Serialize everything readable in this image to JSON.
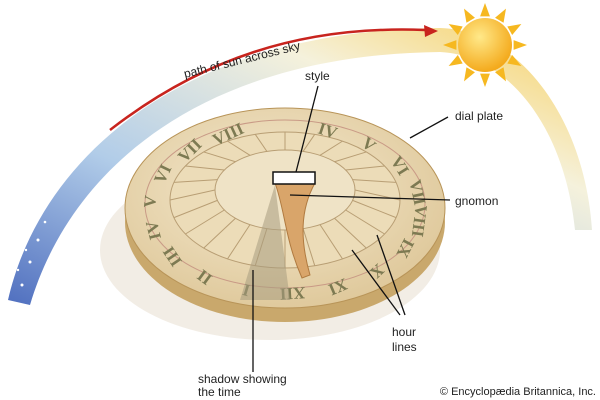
{
  "labels": {
    "path": "path of sun across sky",
    "style": "style",
    "dial_plate": "dial plate",
    "gnomon": "gnomon",
    "hour_lines_1": "hour",
    "hour_lines_2": "lines",
    "shadow_1": "shadow showing",
    "shadow_2": "the time",
    "copyright": "© Encyclopædia Britannica, Inc."
  },
  "numerals": [
    "IV",
    "V",
    "VI",
    "VII",
    "VIII",
    "IX",
    "X",
    "XI",
    "XII",
    "I",
    "II",
    "III",
    "IV",
    "V",
    "VI",
    "VII",
    "VIII"
  ],
  "colors": {
    "sun": "#f6b820",
    "path_red": "#c8241e",
    "dial": "#e9d6ad",
    "sky_blue": "#7fa6d6"
  }
}
